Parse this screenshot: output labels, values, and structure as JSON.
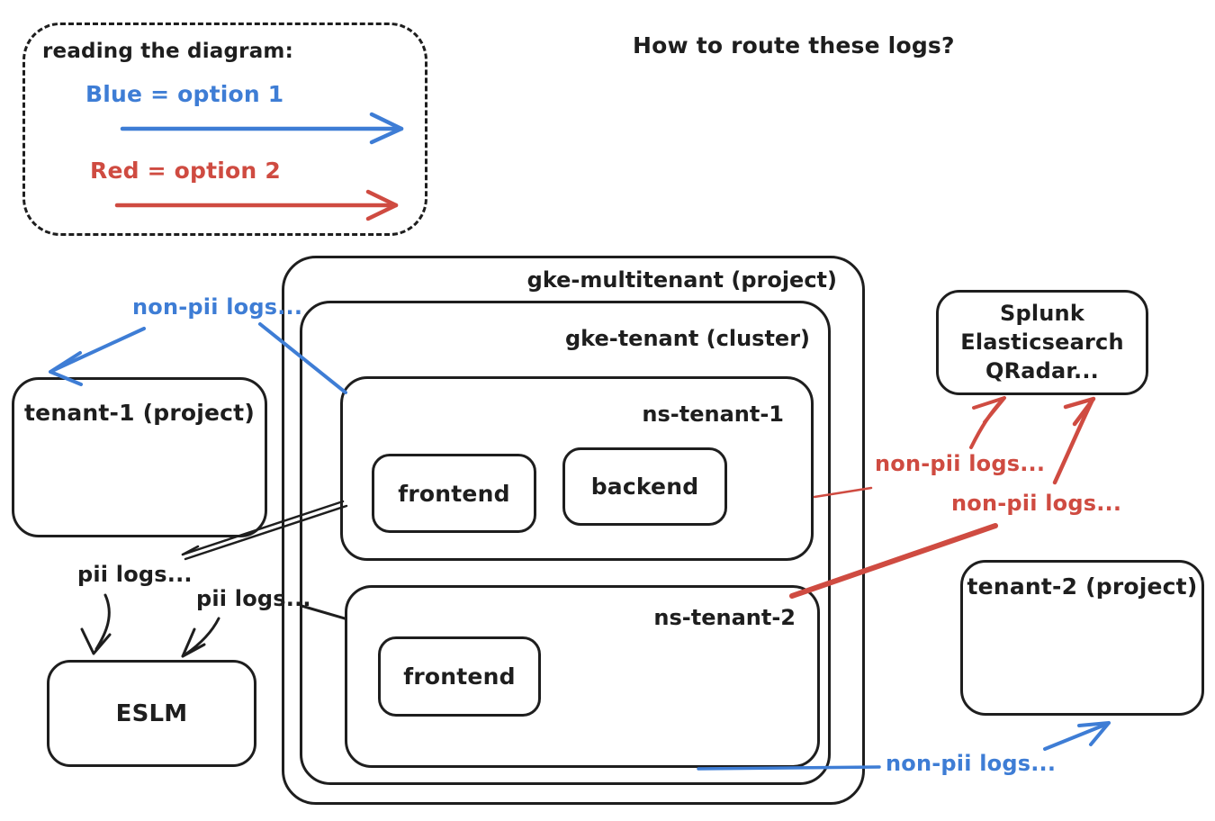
{
  "colors": {
    "ink": "#1e1e1e",
    "blue": "#3e7dd5",
    "red": "#cf4b41",
    "background": "#ffffff"
  },
  "header": {
    "title": "How to route these logs?"
  },
  "legend": {
    "title": "reading the diagram:",
    "blue_entry": "Blue = option 1",
    "red_entry": "Red = option 2"
  },
  "boxes": {
    "gke_multitenant": {
      "label": "gke-multitenant (project)"
    },
    "gke_tenant": {
      "label": "gke-tenant (cluster)"
    },
    "ns_tenant_1": {
      "label": "ns-tenant-1"
    },
    "frontend_1": {
      "label": "frontend"
    },
    "backend_1": {
      "label": "backend"
    },
    "ns_tenant_2": {
      "label": "ns-tenant-2"
    },
    "frontend_2": {
      "label": "frontend"
    },
    "tenant_1": {
      "label": "tenant-1 (project)"
    },
    "tenant_2": {
      "label": "tenant-2 (project)"
    },
    "eslm": {
      "label": "ESLM"
    },
    "siem": {
      "lines": [
        "Splunk",
        "Elasticsearch",
        "QRadar..."
      ]
    }
  },
  "edge_labels": {
    "blue_to_tenant1": "non-pii logs...",
    "pii_from_ns1": "pii logs...",
    "pii_from_ns2": "pii logs...",
    "red_from_ns1": "non-pii logs...",
    "red_from_ns2": "non-pii logs...",
    "blue_to_tenant2": "non-pii logs..."
  }
}
